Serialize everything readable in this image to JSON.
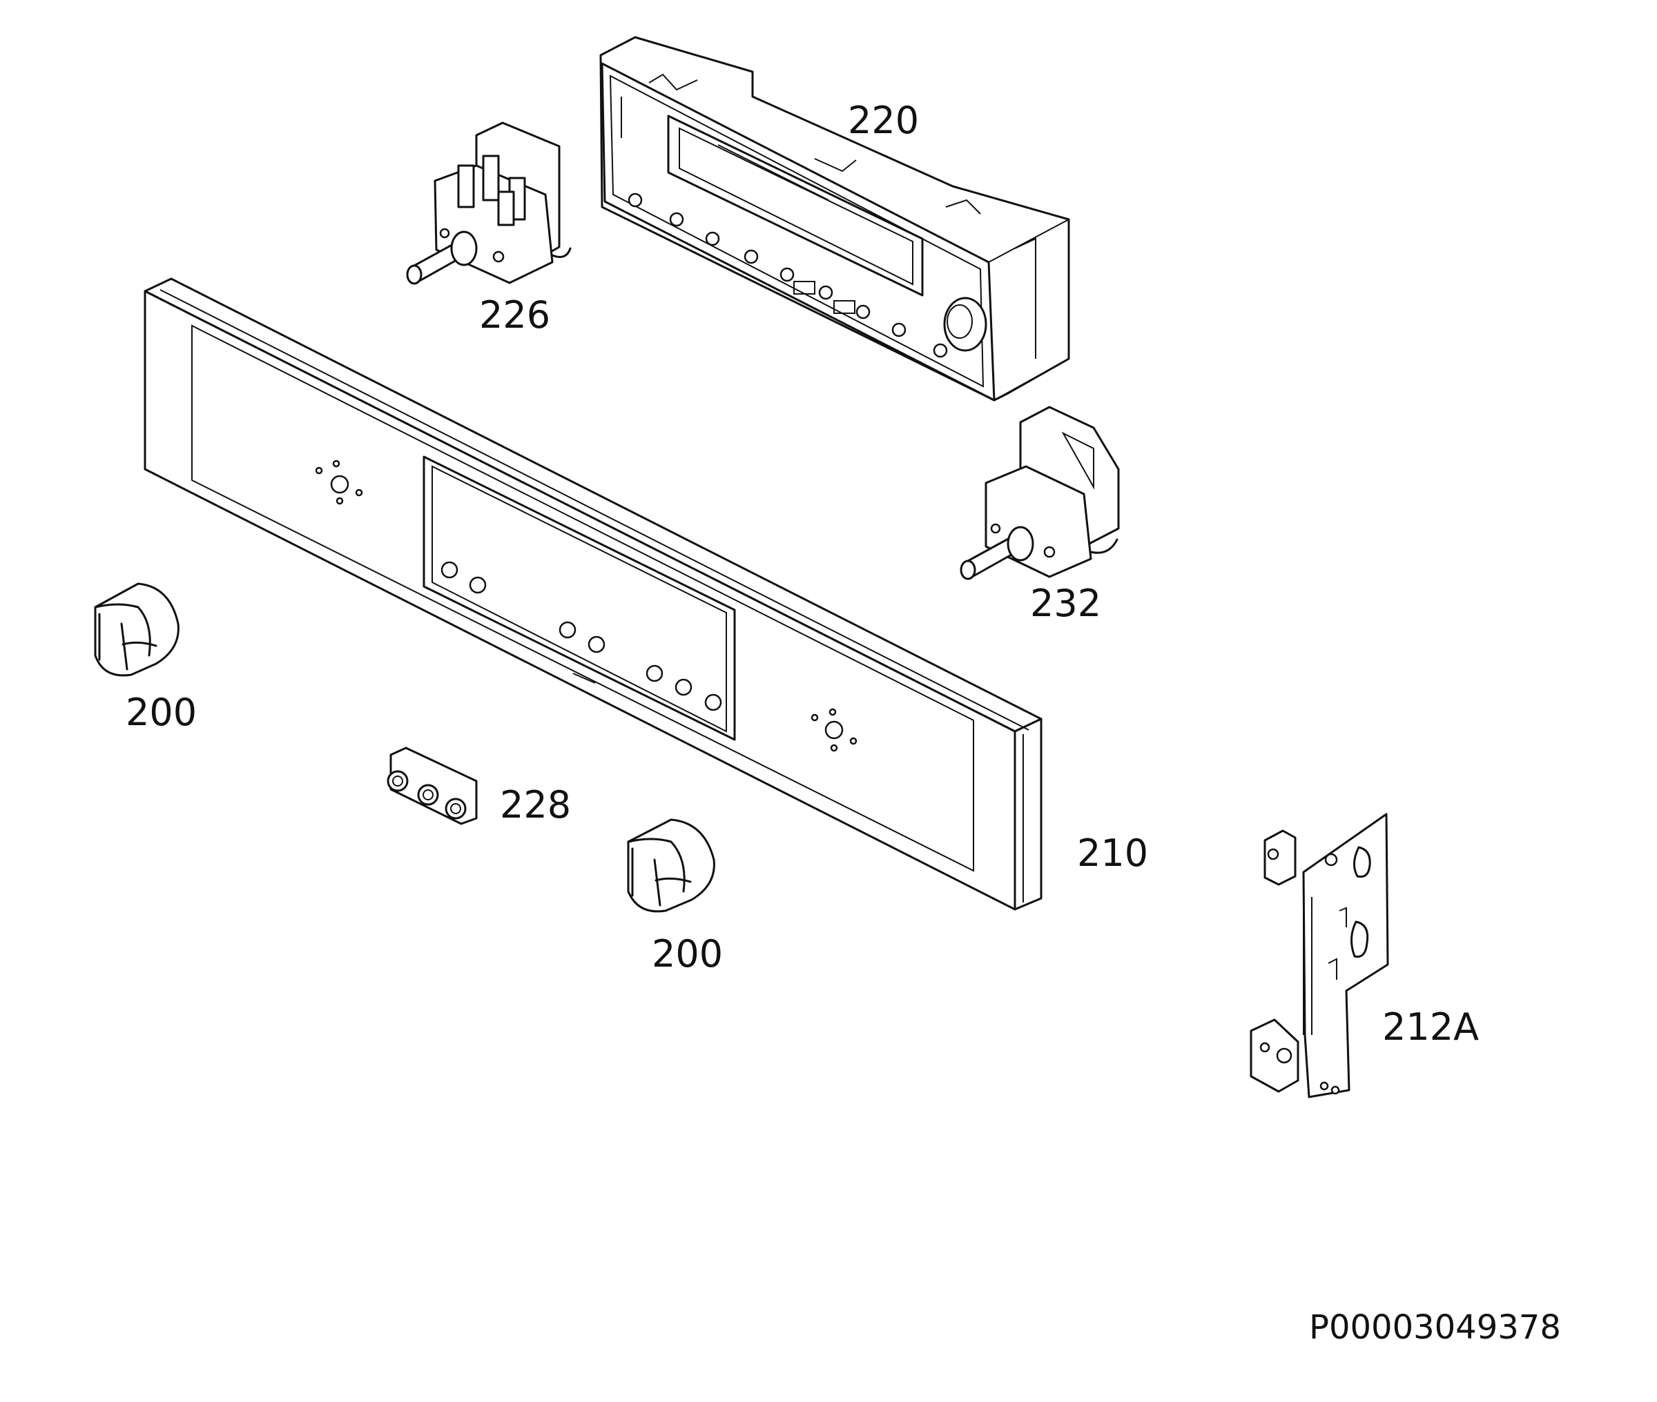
{
  "diagram": {
    "drawing_code": "P00003049378",
    "parts": [
      {
        "id": "part-220",
        "label": "220"
      },
      {
        "id": "part-226",
        "label": "226"
      },
      {
        "id": "part-232",
        "label": "232"
      },
      {
        "id": "part-200-left",
        "label": "200"
      },
      {
        "id": "part-228",
        "label": "228"
      },
      {
        "id": "part-210",
        "label": "210"
      },
      {
        "id": "part-200-center",
        "label": "200"
      },
      {
        "id": "part-212a",
        "label": "212A"
      }
    ]
  }
}
